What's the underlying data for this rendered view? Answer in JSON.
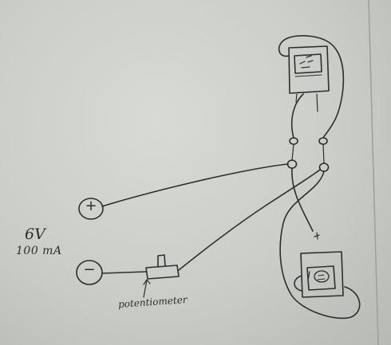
{
  "power_source": {
    "voltage": "6V",
    "current": "100 mA",
    "positive_symbol": "+",
    "negative_symbol": "−"
  },
  "potentiometer": {
    "label": "potentiometer"
  },
  "colors": {
    "paper": "#cbcdc9",
    "ink": "#2e2e30"
  },
  "icons": [
    "positive-terminal-icon",
    "negative-terminal-icon",
    "potentiometer-icon",
    "motor-icon",
    "motor-icon",
    "terminal-block-icon"
  ]
}
